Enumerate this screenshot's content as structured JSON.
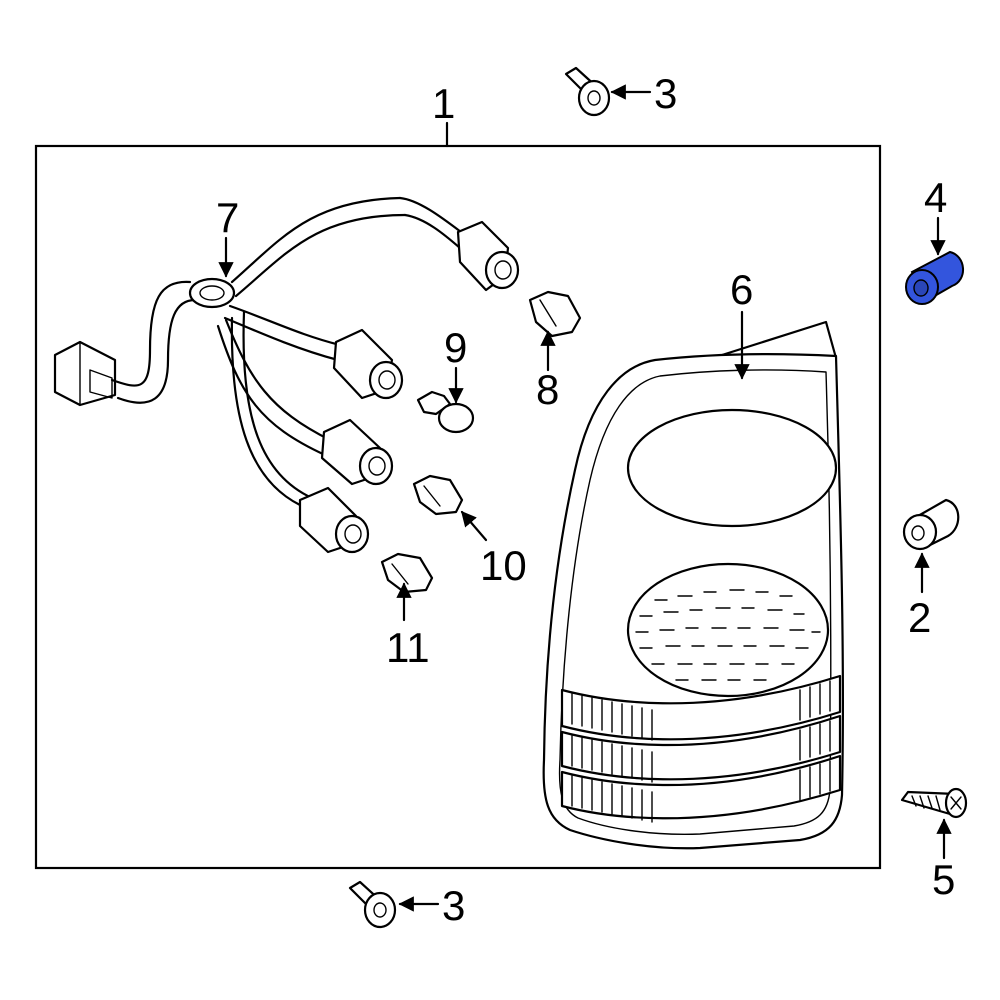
{
  "diagram": {
    "highlight_color": "#3355dd",
    "callouts": {
      "c1": "1",
      "c2": "2",
      "c3_top": "3",
      "c3_bottom": "3",
      "c4": "4",
      "c5": "5",
      "c6": "6",
      "c7": "7",
      "c8": "8",
      "c9": "9",
      "c10": "10",
      "c11": "11"
    },
    "highlighted_part": "4"
  }
}
